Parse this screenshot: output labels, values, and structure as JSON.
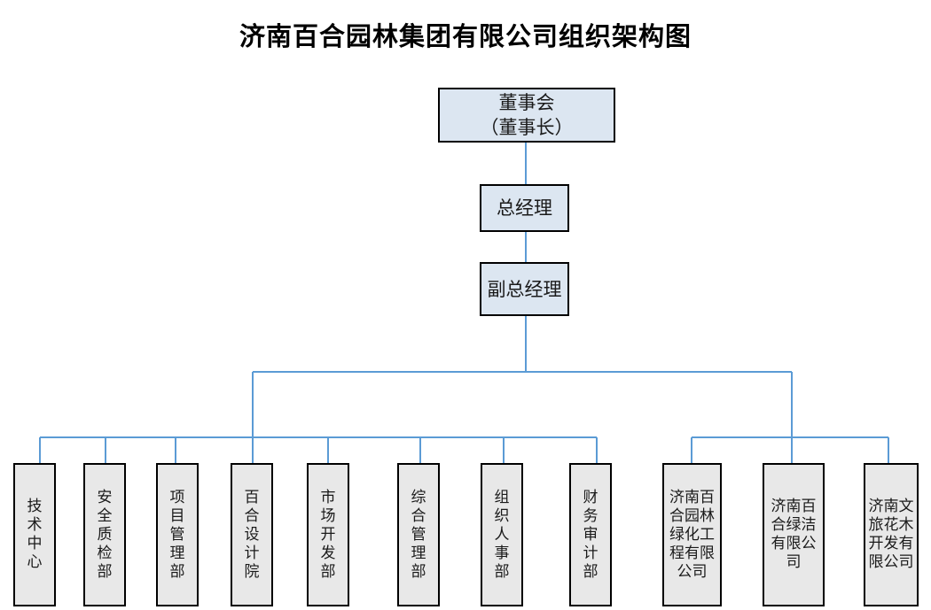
{
  "title": "济南百合园林集团有限公司组织架构图",
  "board": {
    "line1": "董事会",
    "line2": "（董事长）"
  },
  "general_manager": "总经理",
  "deputy_general_manager": "副总经理",
  "departments": [
    "技术中心",
    "安全质检部",
    "项目管理部",
    "百合设计院",
    "市场开发部",
    "综合管理部",
    "组织人事部",
    "财务审计部"
  ],
  "subsidiaries": [
    "济南百合园林绿化工程有限公司",
    "济南百合绿洁有限公司",
    "济南文旅花木开发有限公司"
  ],
  "colors": {
    "connector": "#5b9bd5",
    "top_box_fill": "#dce6f1",
    "unit_fill": "#e8e8e8"
  }
}
